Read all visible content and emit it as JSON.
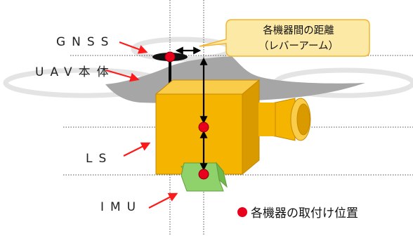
{
  "labels": {
    "gnss": "GNSS",
    "uav": "UAV本体",
    "ls": "LS",
    "imu": "IMU"
  },
  "callout": {
    "line1": "各機器間の距離",
    "line2": "（レバーアーム）"
  },
  "legend": {
    "text": "各機器の取付け位置"
  },
  "colors": {
    "marker": "#e8001c",
    "arrow_red": "#ff1a1a",
    "ls_body": "#f5b400",
    "imu": "#8fd16a",
    "uav_body": "#a6a6a6",
    "callout_fill": "#fde9a6",
    "callout_stroke": "#f2b630"
  }
}
